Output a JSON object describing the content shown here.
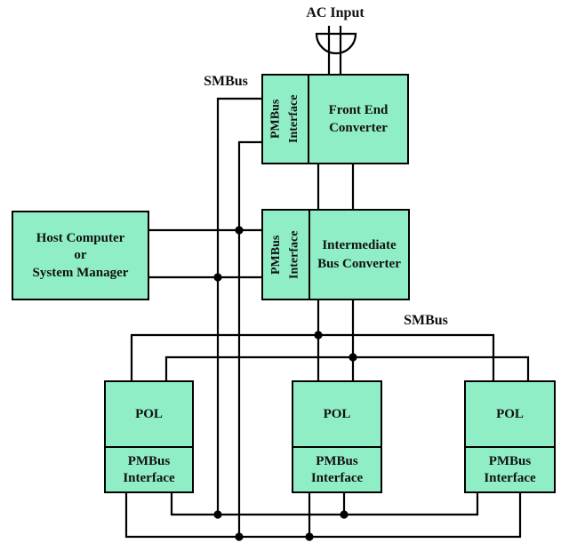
{
  "labels": {
    "ac_input": "AC Input",
    "smbus_top": "SMBus",
    "smbus_mid": "SMBus"
  },
  "blocks": {
    "host": {
      "line1": "Host Computer",
      "line2": "or",
      "line3": "System Manager"
    },
    "front_end": {
      "interface_label": "PMBus Interface",
      "name": "Front End Converter"
    },
    "intermediate": {
      "interface_label": "PMBus Interface",
      "name": "Intermediate Bus Converter"
    },
    "pol1": {
      "name": "POL",
      "interface_label": "PMBus Interface"
    },
    "pol2": {
      "name": "POL",
      "interface_label": "PMBus Interface"
    },
    "pol3": {
      "name": "POL",
      "interface_label": "PMBus Interface"
    }
  },
  "colors": {
    "block_fill": "#90eec6",
    "wire": "#000000"
  }
}
